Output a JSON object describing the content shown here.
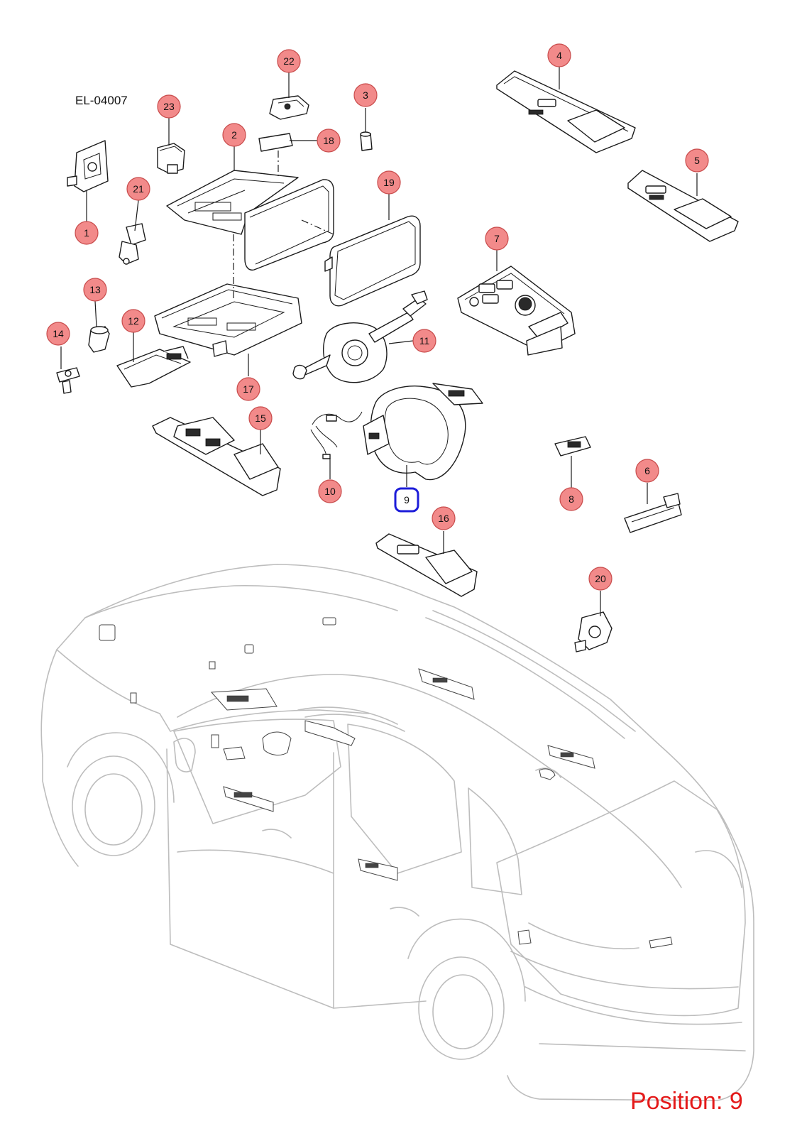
{
  "diagram": {
    "code": "EL-04007",
    "position_label": "Position: 9",
    "selected_callout": "9",
    "colors": {
      "callout_fill": "#f28a8a",
      "selected_outline": "#1c1cd9",
      "position_text": "#e41a1a",
      "vehicle_outline": "#bdbdbd"
    },
    "callouts": [
      "1",
      "2",
      "3",
      "4",
      "5",
      "6",
      "7",
      "8",
      "9",
      "10",
      "11",
      "12",
      "13",
      "14",
      "15",
      "16",
      "17",
      "18",
      "19",
      "20",
      "21",
      "22",
      "23"
    ]
  }
}
